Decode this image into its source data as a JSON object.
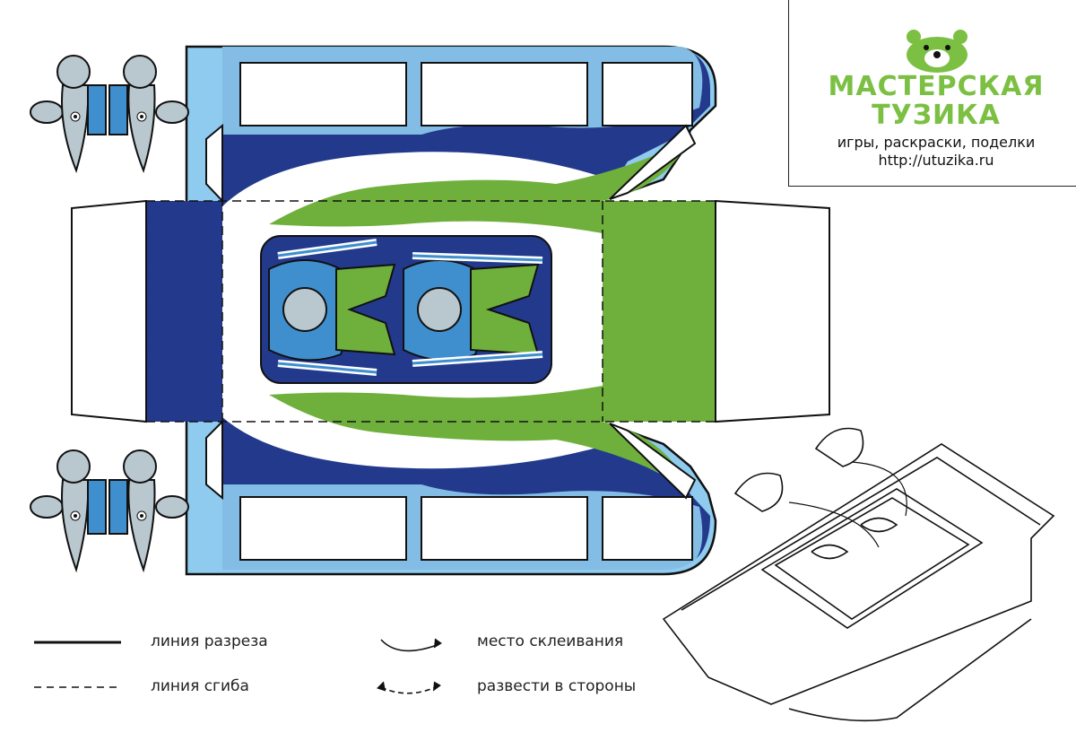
{
  "logo": {
    "title_line1": "МАСТЕРСКАЯ",
    "title_line2": "ТУЗИКА",
    "subtitle": "игры, раскраски, поделки",
    "url": "http://utuzika.ru"
  },
  "legend": {
    "cut_line": "линия разреза",
    "fold_line": "линия сгиба",
    "glue_place": "место склеивания",
    "spread_apart": "развести в стороны"
  },
  "colors": {
    "dark_blue": "#233a8c",
    "light_blue": "#8ecbee",
    "green": "#6fb03c",
    "mouse_gray": "#b9c7cf",
    "suit_blue": "#3f8fce",
    "brand_green": "#7bc043"
  }
}
